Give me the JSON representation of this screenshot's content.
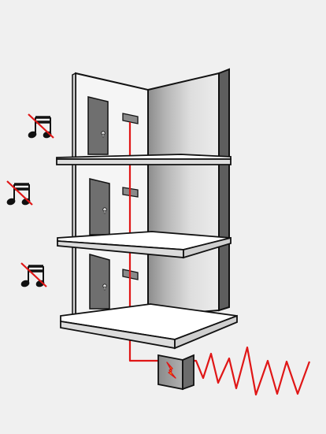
{
  "diagram": {
    "floors": 3,
    "muted_music_icons": [
      "muted-music-icon",
      "muted-music-icon",
      "muted-music-icon"
    ],
    "doors_per_floor": 1,
    "wall_outlets_per_floor": 1,
    "ground_device_icon": "lightning-bolt-icon",
    "external_signal": "zigzag-wave",
    "colors": {
      "background": "#f0f0f0",
      "outline": "#111111",
      "wire": "#e01616",
      "slab_top": "#ffffff",
      "slab_edge": "#dcdcdc",
      "left_wall": "#f5f5f5",
      "right_wall_dark": "#8c8c8c",
      "right_wall_light": "#e2e2e2",
      "door": "#6f6f6f",
      "outlet": "#8a8a8a",
      "ground_box": "#9a9a9a",
      "bolt_yellow": "#ffe000"
    }
  }
}
